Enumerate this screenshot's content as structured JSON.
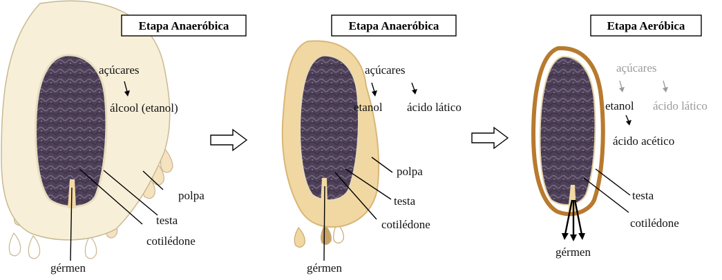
{
  "colors": {
    "pulp_stage1": "#f7efd8",
    "pulp_stage2": "#f1d7a1",
    "pulp_edge2": "#d8b677",
    "pulp_stage3": "#b87a2e",
    "bean_dark": "#4d4058",
    "bean_mid": "#6c5f74",
    "germ": "#f3d9a6",
    "drop_fill": "#f5e2bf",
    "faded_text": "#9a9a9a"
  },
  "stages": [
    {
      "title": "Etapa Anaeróbica",
      "labels": {
        "sugars": "açúcares",
        "product": "álcool (etanol)",
        "pulp": "polpa",
        "testa": "testa",
        "cotyledon": "cotilédone",
        "germ": "gérmen"
      }
    },
    {
      "title": "Etapa Anaeróbica",
      "labels": {
        "sugars": "açúcares",
        "ethanol": "etanol",
        "lactic": "ácido lático",
        "pulp": "polpa",
        "testa": "testa",
        "cotyledon": "cotilédone",
        "germ": "gérmen"
      }
    },
    {
      "title": "Etapa Aeróbica",
      "labels": {
        "sugars": "açúcares",
        "ethanol": "etanol",
        "lactic": "ácido lático",
        "acetic": "ácido acético",
        "testa": "testa",
        "cotyledon": "cotilédone",
        "germ": "gérmen"
      }
    }
  ],
  "icons": {
    "transition_1": "arrow-right-outline-icon",
    "transition_2": "arrow-right-outline-icon"
  }
}
